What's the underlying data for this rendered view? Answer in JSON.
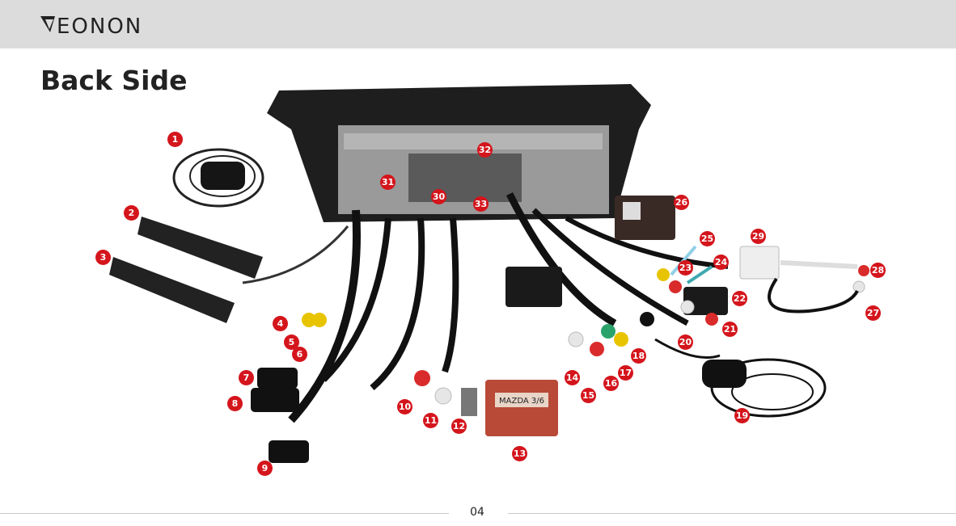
{
  "brand": {
    "name": "EONON"
  },
  "page": {
    "title": "Back Side",
    "number": "04"
  },
  "callouts": [
    "1",
    "2",
    "3",
    "4",
    "5",
    "6",
    "7",
    "8",
    "9",
    "10",
    "11",
    "12",
    "13",
    "14",
    "15",
    "16",
    "17",
    "18",
    "19",
    "20",
    "21",
    "22",
    "23",
    "24",
    "25",
    "26",
    "27",
    "28",
    "29",
    "30",
    "31",
    "32",
    "33"
  ],
  "harness_label": "MAZDA 3/6",
  "colors": {
    "header_bg": "#dcdcdc",
    "callout": "#d4151c",
    "unit_body": "#1e1e1e",
    "plug_red": "#b94a37"
  }
}
